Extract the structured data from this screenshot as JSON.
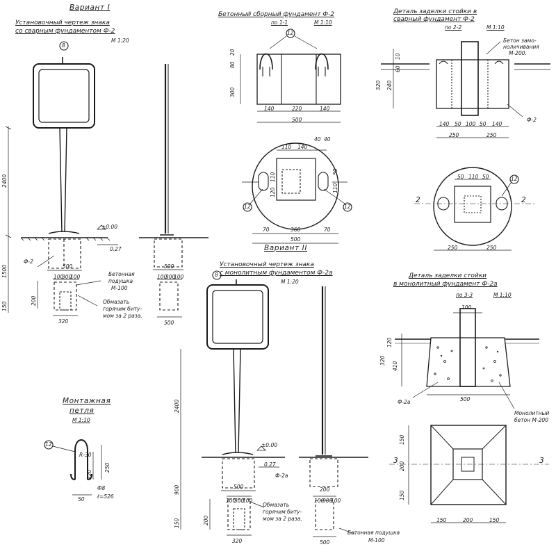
{
  "sheet": {
    "variant1": {
      "title": "Вариант I",
      "subtitle_line1": "Установочный чертеж знака",
      "subtitle_line2": "со сварным фундаментом Ф-2",
      "scale": "М 1:20",
      "callout": "8",
      "dim_height": "2400",
      "dim_foundation": "1500",
      "dim_base": "150",
      "level_zero": "±0.00",
      "level_minus": "0.27",
      "foundation_tag": "Ф-2",
      "dim_width": "500",
      "dims_pad": [
        "100",
        "300",
        "100"
      ],
      "dim_pad_height": "200",
      "dim_pad_width": "320",
      "pad_note_line1": "Бетонная",
      "pad_note_line2": "подушка",
      "pad_note_line3": "М-100",
      "coat_note_line1": "Обмазать",
      "coat_note_line2": "горячим биту-",
      "coat_note_line3": "мом за 2 раза.",
      "side_dim_width": "500",
      "side_dims_pad": [
        "100",
        "300",
        "100"
      ],
      "side_dim_pad_width": "500"
    },
    "prefab": {
      "title": "Бетонный сборный фундамент Ф-2",
      "section": "по 1-1",
      "scale": "М 1:10",
      "callout": "12",
      "dims_bottom": [
        "140",
        "220",
        "140"
      ],
      "dim_total": "500",
      "dims_left": [
        "20",
        "80",
        "300"
      ],
      "plan_dims_top": [
        "110",
        "140",
        "40",
        "40"
      ],
      "plan_dims_bottom": [
        "70",
        "360",
        "70"
      ],
      "plan_total": "500",
      "plan_dims_right": [
        "50",
        "110"
      ],
      "plan_dims_left": [
        "110",
        "120"
      ]
    },
    "detail_b": {
      "title": "Деталь заделки стойки в",
      "title2": "сварный фундамент Ф-2",
      "section": "по 2-2",
      "scale": "М 1:10",
      "note_line1": "Бетон замо-",
      "note_line2": "ноличивания",
      "note_line3": "М-200.",
      "dims_left": [
        "10",
        "60",
        "320",
        "240"
      ],
      "dims_bottom": [
        "140",
        "50",
        "100",
        "50",
        "140"
      ],
      "dims_halves": [
        "250",
        "250"
      ],
      "foundation_tag": "Ф-2",
      "plan_dims_top": [
        "50",
        "110",
        "50"
      ],
      "plan_dims_bottom": [
        "250",
        "250"
      ],
      "cut_mark": "2",
      "callout": "12"
    },
    "variant2": {
      "title": "Вариант II",
      "subtitle_line1": "Установочный чертеж знака",
      "subtitle_line2": "с монолитным фундаментом Ф-2а",
      "scale": "М 1:20",
      "callout": "8",
      "dim_height": "2400",
      "dim_foundation": "900",
      "dim_base": "150",
      "level_zero": "±0.00",
      "level_minus": "0.27",
      "foundation_tag": "Ф-2а",
      "dim_width": "500",
      "dims_pad": [
        "100",
        "300",
        "100"
      ],
      "dim_pad_height": "200",
      "dim_pad_width": "320",
      "coat_note_line1": "Обмазать",
      "coat_note_line2": "горячим биту-",
      "coat_note_line3": "мом за 2 раза.",
      "pad_note_line1": "Бетонная подушка",
      "pad_note_line2": "М-100",
      "side_dim_height": "200",
      "side_dims_pad": [
        "100",
        "300",
        "100"
      ],
      "side_dim_pad_width": "500"
    },
    "detail_mono": {
      "title": "Деталь заделки стойки",
      "title2": "в монолитный фундамент Ф-2а",
      "section": "по 3-3",
      "scale": "М 1:10",
      "dim_top": "100",
      "dims_left": [
        "120",
        "320",
        "410"
      ],
      "dim_bottom": "500",
      "foundation_tag": "Ф-2а",
      "note_line1": "Монолитный",
      "note_line2": "бетон М-200",
      "plan_dims_left": [
        "150",
        "200",
        "150"
      ],
      "plan_dims_bottom": [
        "150",
        "200",
        "150"
      ],
      "cut_mark": "3"
    },
    "loop": {
      "title": "Монтажная",
      "title2": "петля",
      "scale": "М 1:10",
      "callout": "12",
      "dim_r": "R-30",
      "dims": [
        "220",
        "250"
      ],
      "dim_width": "50",
      "dim_bar": "Ф8",
      "dim_length": "ℓ=526"
    }
  }
}
